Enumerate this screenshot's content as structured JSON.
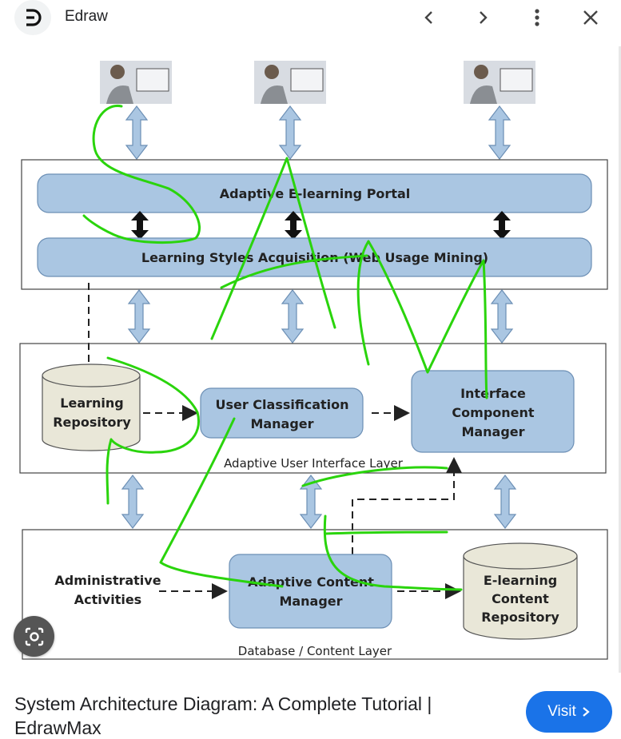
{
  "header": {
    "app_name": "Edraw",
    "logo_icon": "edraw-logo-icon",
    "back_icon": "chevron-left-icon",
    "forward_icon": "chevron-right-icon",
    "menu_icon": "more-vert-icon",
    "close_icon": "close-icon"
  },
  "diagram": {
    "layers": {
      "portal": "Adaptive E-learning Portal",
      "acquisition": "Learning Styles Acquisition (Web Usage Mining)",
      "ui_layer": "Adaptive User Interface Layer",
      "db_layer": "Database / Content Layer"
    },
    "components": {
      "learning_repository_1": "Learning",
      "learning_repository_2": "Repository",
      "user_class_1": "User Classification",
      "user_class_2": "Manager",
      "interface_1": "Interface",
      "interface_2": "Component",
      "interface_3": "Manager",
      "admin_1": "Administrative",
      "admin_2": "Activities",
      "content_mgr_1": "Adaptive Content",
      "content_mgr_2": "Manager",
      "elearn_1": "E-learning",
      "elearn_2": "Content",
      "elearn_3": "Repository"
    },
    "colors": {
      "box_fill": "#a9c4e0",
      "cyl_fill": "#e9e7d8",
      "annotation": "#2ad40c"
    }
  },
  "lens_icon": "google-lens-icon",
  "caption": {
    "title": "System Architecture Diagram: A Complete Tutorial |",
    "title_line2": "EdrawMax"
  },
  "visit": {
    "label": "Visit",
    "icon": "chevron-right-icon"
  }
}
